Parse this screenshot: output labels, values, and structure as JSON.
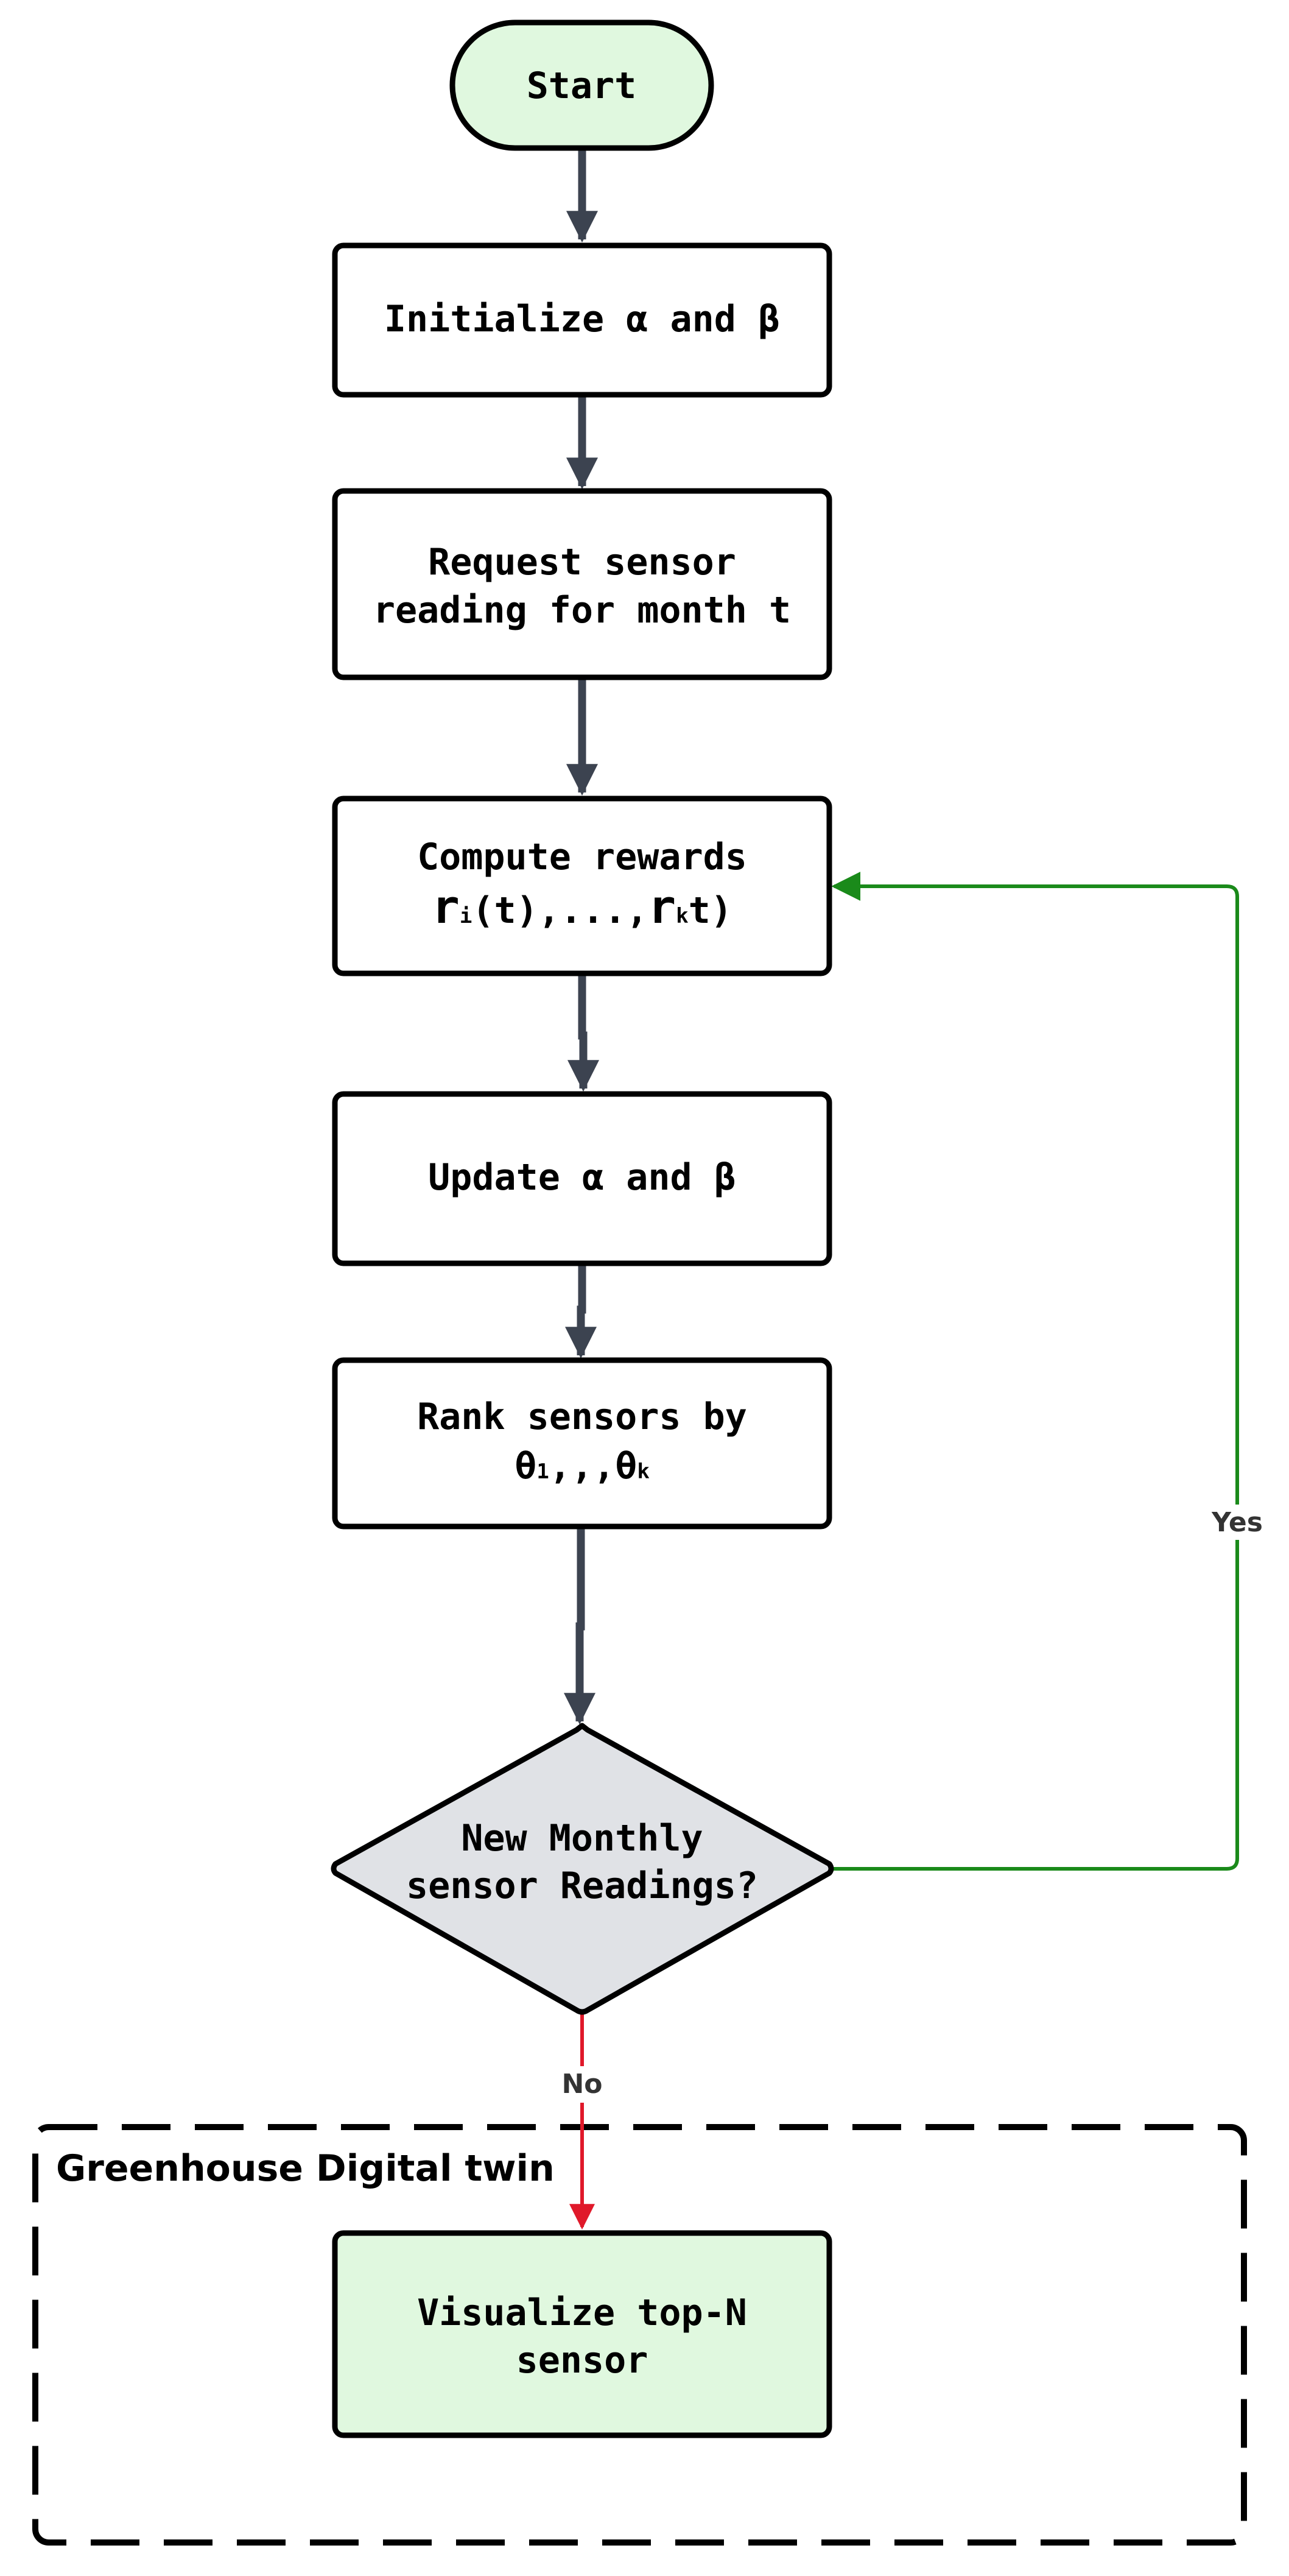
{
  "nodes": {
    "start": {
      "label": "Start"
    },
    "init": {
      "label": "Initialize α and β"
    },
    "request": {
      "line1": "Request sensor",
      "line2": "reading for month t"
    },
    "compute": {
      "line1": "Compute rewards",
      "r1": "r",
      "r1_sub": "i",
      "mid": "(t),...,",
      "r2": "r",
      "r2_sub": "k",
      "end": "t)"
    },
    "update": {
      "label": "Update α and β"
    },
    "rank": {
      "line1": "Rank sensors by",
      "t1": "θ",
      "t1_sub": "1",
      "mid": ",,,",
      "t2": "θ",
      "t2_sub": "k"
    },
    "decision": {
      "line1": "New Monthly",
      "line2": "sensor Readings?"
    },
    "visualize": {
      "line1": "Visualize top-N",
      "line2": "sensor"
    }
  },
  "edges": {
    "yes_label": "Yes",
    "no_label": "No"
  },
  "group": {
    "label": "Greenhouse Digital twin"
  },
  "colors": {
    "terminal_fill": "#e0f8df",
    "process_fill": "#ffffff",
    "decision_fill": "#e0e2e6",
    "stroke": "#000000",
    "arrow_main": "#3c4350",
    "arrow_yes": "#1a8a1a",
    "arrow_no": "#e0192a"
  }
}
